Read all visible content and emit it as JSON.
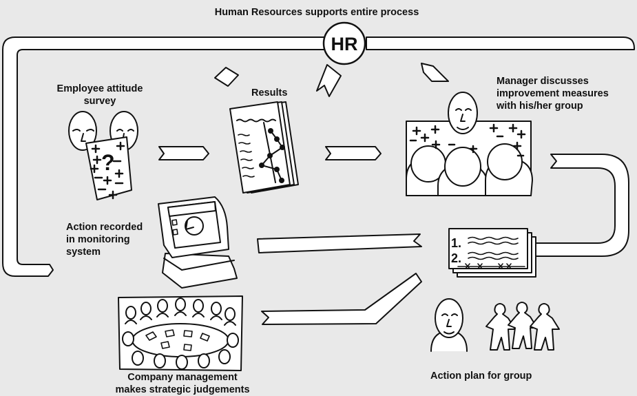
{
  "colors": {
    "background": "#e9e9e9",
    "stroke": "#111111",
    "fill": "#ffffff"
  },
  "header": "Human Resources supports entire process",
  "hr_badge": "HR",
  "labels": {
    "survey": "Employee attitude\nsurvey",
    "results": "Results",
    "manager": "Manager discusses\nimprovement measures\nwith his/her group",
    "monitoring": "Action recorded\nin monitoring\nsystem",
    "management": "Company management\nmakes strategic judgements",
    "action_plan": "Action plan for group"
  },
  "survey_sheet": {
    "question": "?"
  },
  "plan_sheet": {
    "item1": "1.",
    "item2": "2."
  },
  "icons": [
    "hr-circle-icon",
    "survey-sheet-icon",
    "results-chart-icon",
    "group-meeting-icon",
    "computer-monitor-icon",
    "boardroom-icon",
    "action-plan-icon",
    "person-icon",
    "group-people-icon",
    "arrow-icon"
  ]
}
